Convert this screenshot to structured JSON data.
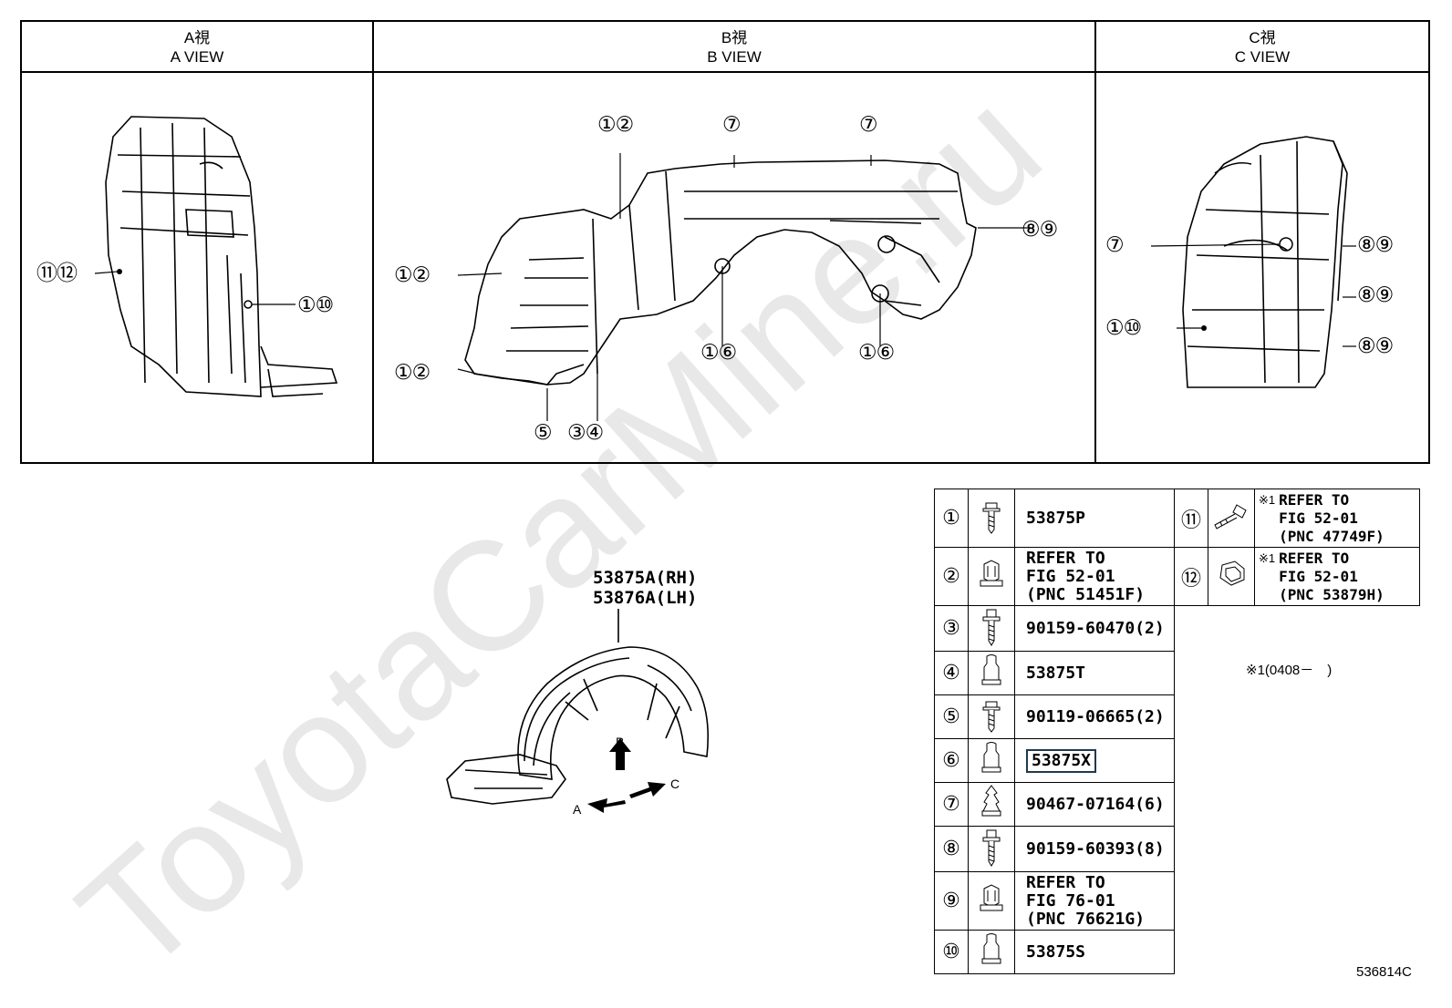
{
  "views": {
    "a": {
      "title_jp": "A視",
      "title_en": "A VIEW",
      "callouts": [
        "⑪⑫",
        "①⑩"
      ]
    },
    "b": {
      "title_jp": "B視",
      "title_en": "B VIEW",
      "callouts": [
        "①②",
        "⑦",
        "⑦",
        "①②",
        "⑧⑨",
        "①⑥",
        "①⑥",
        "①②",
        "⑤",
        "③④"
      ]
    },
    "c": {
      "title_jp": "C視",
      "title_en": "C VIEW",
      "callouts": [
        "⑦",
        "⑧⑨",
        "⑧⑨",
        "①⑩",
        "⑧⑨"
      ]
    }
  },
  "part": {
    "rh": "53875A(RH)",
    "lh": "53876A(LH)",
    "arrow_a": "A",
    "arrow_b": "B",
    "arrow_c": "C"
  },
  "legend": [
    {
      "num": "①",
      "icon": "bolt-icon",
      "text": "53875P"
    },
    {
      "num": "②",
      "icon": "clip-nut-icon",
      "lines": [
        "REFER TO",
        "FIG 52-01",
        "(PNC 51451F)"
      ]
    },
    {
      "num": "③",
      "icon": "screw-icon",
      "text": "90159-60470(2)"
    },
    {
      "num": "④",
      "icon": "clip-icon",
      "text": "53875T"
    },
    {
      "num": "⑤",
      "icon": "bolt-icon",
      "text": "90119-06665(2)"
    },
    {
      "num": "⑥",
      "icon": "clip-icon",
      "text": "53875X",
      "highlight": true
    },
    {
      "num": "⑦",
      "icon": "push-clip-icon",
      "text": "90467-07164(6)"
    },
    {
      "num": "⑧",
      "icon": "screw-icon",
      "text": "90159-60393(8)"
    },
    {
      "num": "⑨",
      "icon": "clip-nut-icon",
      "lines": [
        "REFER TO",
        "FIG 76-01",
        "(PNC 76621G)"
      ]
    },
    {
      "num": "⑩",
      "icon": "clip-icon",
      "text": "53875S"
    }
  ],
  "legend_right": [
    {
      "num": "⑪",
      "icon": "pin-icon",
      "mark": "※1",
      "lines": [
        "REFER TO",
        "FIG 52-01",
        "(PNC 47749F)"
      ]
    },
    {
      "num": "⑫",
      "icon": "nut-icon",
      "mark": "※1",
      "lines": [
        "REFER TO",
        "FIG 52-01",
        "(PNC 53879H)"
      ]
    }
  ],
  "note": "※1(0408－　)",
  "figure_code": "536814C",
  "watermark": "ToyotaCarMine.ru"
}
